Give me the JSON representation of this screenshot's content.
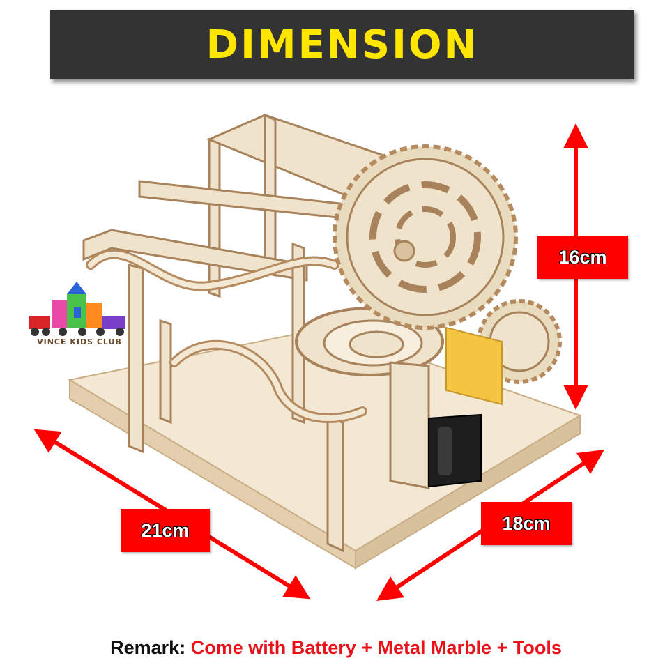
{
  "banner": {
    "title": "DIMENSION"
  },
  "dimensions": {
    "height": "16cm",
    "length": "21cm",
    "width": "18cm"
  },
  "logo": {
    "text": "VINCE KIDS CLUB"
  },
  "remark": {
    "label": "Remark:",
    "text": "Come with Battery + Metal Marble + Tools"
  },
  "colors": {
    "banner_bg": "#333333",
    "banner_text": "#ffe600",
    "arrow": "#ff0000",
    "remark_text": "#e8121b",
    "wood": "#efe3cc"
  }
}
